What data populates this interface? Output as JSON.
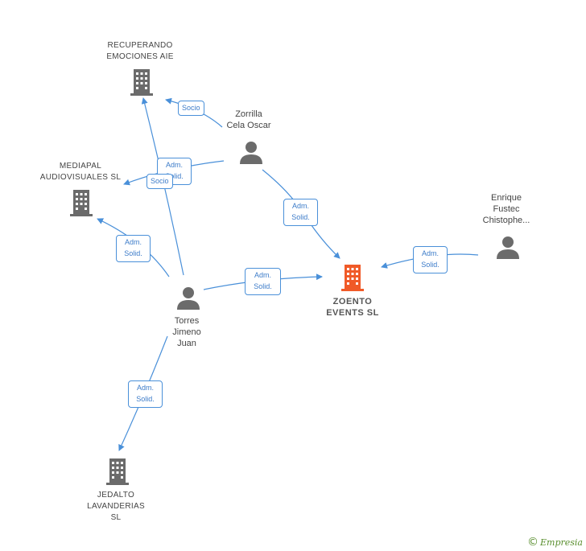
{
  "nodes": {
    "recuperando": {
      "label": "RECUPERANDO\nEMOCIONES AIE",
      "type": "company",
      "icon": "building-icon"
    },
    "mediapal": {
      "label": "MEDIAPAL\nAUDIOVISUALES SL",
      "type": "company",
      "icon": "building-icon"
    },
    "zoento": {
      "label": "ZOENTO\nEVENTS  SL",
      "type": "company-focus",
      "icon": "building-icon",
      "color": "#f05a28"
    },
    "jedalto": {
      "label": "JEDALTO\nLAVANDERIAS\nSL",
      "type": "company",
      "icon": "building-icon"
    },
    "zorrilla": {
      "label": "Zorrilla\nCela Oscar",
      "type": "person",
      "icon": "person-icon"
    },
    "torres": {
      "label": "Torres\nJimeno\nJuan",
      "type": "person",
      "icon": "person-icon"
    },
    "enrique": {
      "label": "Enrique\nFustec\nChistophe...",
      "type": "person",
      "icon": "person-icon"
    }
  },
  "edges": [
    {
      "from": "zorrilla",
      "to": "recuperando",
      "label": "Socio"
    },
    {
      "from": "zorrilla",
      "to": "mediapal",
      "label": "Adm.\nSolid."
    },
    {
      "from": "zorrilla",
      "to": "zoento",
      "label": "Adm.\nSolid."
    },
    {
      "from": "torres",
      "to": "recuperando",
      "label": "Socio"
    },
    {
      "from": "torres",
      "to": "mediapal",
      "label": "Adm.\nSolid."
    },
    {
      "from": "torres",
      "to": "zoento",
      "label": "Adm.\nSolid."
    },
    {
      "from": "torres",
      "to": "jedalto",
      "label": "Adm.\nSolid."
    },
    {
      "from": "enrique",
      "to": "zoento",
      "label": "Adm.\nSolid."
    }
  ],
  "colors": {
    "edge": "#4a90d9",
    "node_gray": "#6b6b6b",
    "focus": "#f05a28",
    "brand": "#5a8f2f"
  },
  "brand": {
    "copyright": "©",
    "name": "Empresia"
  }
}
